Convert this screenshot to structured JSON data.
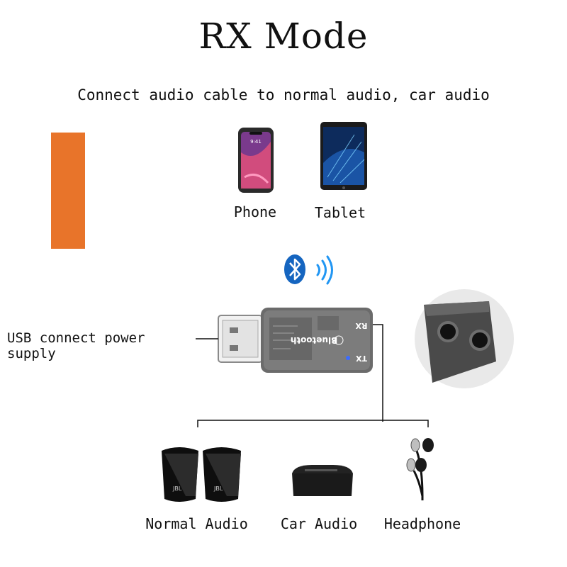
{
  "title": "RX Mode",
  "subtitle": "Connect audio cable to normal audio, car audio",
  "devices_top": [
    {
      "label": "Phone",
      "icon": "smartphone-icon"
    },
    {
      "label": "Tablet",
      "icon": "tablet-icon"
    }
  ],
  "usb_label": "USB connect power supply",
  "adapter": {
    "brand_text": "Bluetooth",
    "port_rx": "RX",
    "port_tx": "TX"
  },
  "devices_bottom": [
    {
      "label": "Normal Audio",
      "icon": "speakers-icon"
    },
    {
      "label": "Car Audio",
      "icon": "car-audio-icon"
    },
    {
      "label": "Headphone",
      "icon": "headphone-icon"
    }
  ],
  "colors": {
    "accent_orange": "#E8742A",
    "bluetooth_blue": "#1565C0",
    "wave_blue": "#2196F3",
    "adapter_gray": "#6b6b6b"
  }
}
